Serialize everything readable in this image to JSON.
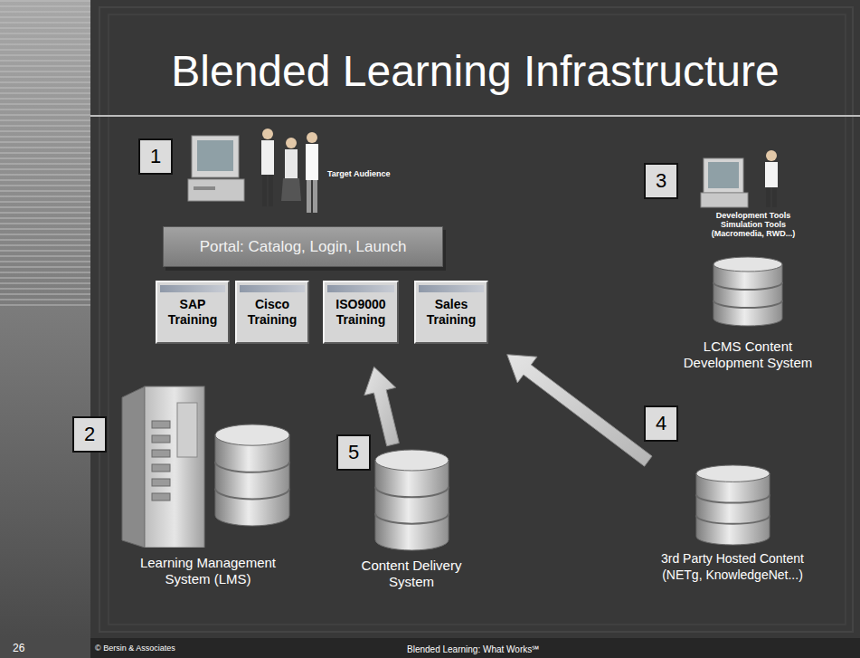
{
  "diagram": {
    "title": "Blended Learning Infrastructure",
    "nodes": [
      {
        "text": [
          "Portal: Catalog, Login, Launch"
        ]
      },
      {
        "text": [
          "SAP Training"
        ]
      },
      {
        "text": [
          "Cisco Training"
        ]
      },
      {
        "text": [
          "ISO9000 Training"
        ]
      },
      {
        "text": [
          "Sales Training"
        ]
      },
      {
        "text": [
          "LCMS Content Development System"
        ]
      },
      {
        "text": [
          "Learning Management System (LMS)"
        ]
      },
      {
        "text": [
          "Content Delivery System"
        ]
      },
      {
        "text": [
          "3rd Party Hosted Content (NETg, KnowledgeNet...)"
        ]
      }
    ],
    "edges": [
      {
        "from": 7,
        "to": 3,
        "arrow": "to"
      },
      {
        "from": 8,
        "to": 4,
        "arrow": "to"
      }
    ],
    "labels": [
      "1",
      "Target Audience",
      "3",
      "Development Tools Simulation Tools (Macromedia, RWD...)",
      "2",
      "5",
      "4",
      "26",
      "© Bersin & Associates",
      "Blended Learning: What Works℠"
    ]
  }
}
